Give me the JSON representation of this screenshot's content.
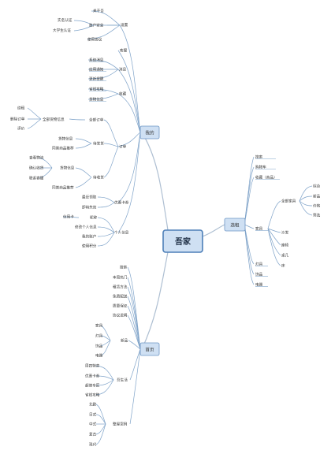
{
  "root": "吾家",
  "branches": {
    "my": {
      "label": "我的",
      "settings": {
        "label": "设置",
        "about": "关于吾",
        "account": "账户安全",
        "realname": "实名认证",
        "student": "大学生认证",
        "agreement": "使用协议"
      },
      "favorites": "客服",
      "messages": {
        "label": "消息",
        "items": [
          "系统消息",
          "应用通知",
          "更新提醒"
        ]
      },
      "collect": {
        "label": "收藏",
        "items": [
          "省钱攻略",
          "货物信息"
        ]
      },
      "orders": {
        "label": "订单",
        "all": {
          "label": "全部订单",
          "info": "全部货物信息",
          "sub": [
            "续租",
            "删除订单",
            "评价"
          ]
        },
        "pending_ship": {
          "label": "待发货",
          "items": [
            "货物信息",
            "同类商品推荐"
          ]
        },
        "pending_receive": {
          "label": "待收货",
          "info": "货物信息",
          "sub": [
            "查看物流",
            "确认收货",
            "联系客服"
          ],
          "rec": "同类商品推荐"
        }
      },
      "coupons": {
        "label": "优惠卡券",
        "items": [
          "最近领取",
          "即将失效"
        ]
      },
      "profile": {
        "label": "个人信息",
        "items": [
          "昵称",
          "修改个人信息",
          "我的账户",
          "使用积分"
        ],
        "card": "信用卡"
      }
    },
    "select": {
      "label": "选租",
      "items": [
        "搜索",
        "购物车",
        "收藏（商品）",
        "家具",
        "灯具",
        "饰品",
        "电器"
      ],
      "furniture": {
        "all": {
          "label": "全部家具",
          "items": [
            "综合",
            "新品",
            "价格",
            "筛选"
          ]
        },
        "types": [
          "沙发",
          "座椅",
          "桌几",
          "床"
        ]
      }
    },
    "home": {
      "label": "首页",
      "items": [
        "搜索",
        "本周热门",
        "租赁方法",
        "免费配送",
        "质量保证",
        "协议说明"
      ],
      "new": {
        "label": "新品",
        "items": [
          "家具",
          "灯具",
          "饰品",
          "电器"
        ]
      },
      "life": {
        "label": "吾生活",
        "items": [
          "周四特卖",
          "优惠卡券",
          "超值专区",
          "省钱攻略"
        ]
      },
      "cases": {
        "label": "整屋案例",
        "items": [
          "北欧",
          "日式",
          "中式",
          "复古",
          "现代"
        ]
      }
    }
  }
}
